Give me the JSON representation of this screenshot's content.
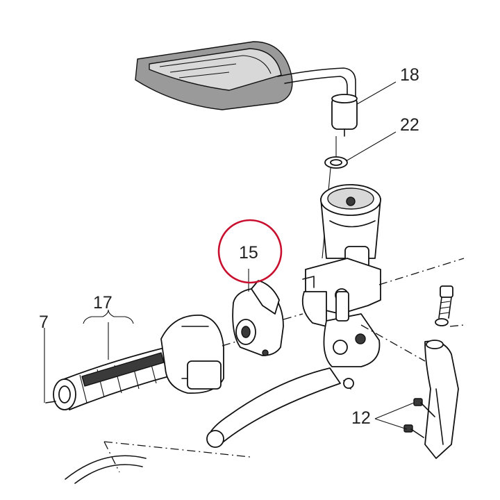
{
  "labels": {
    "part_18": "18",
    "part_22": "22",
    "part_15": "15",
    "part_17": "17",
    "part_12": "12",
    "part_7": "7"
  },
  "colors": {
    "highlight": "#c8102e",
    "line": "#111111"
  }
}
